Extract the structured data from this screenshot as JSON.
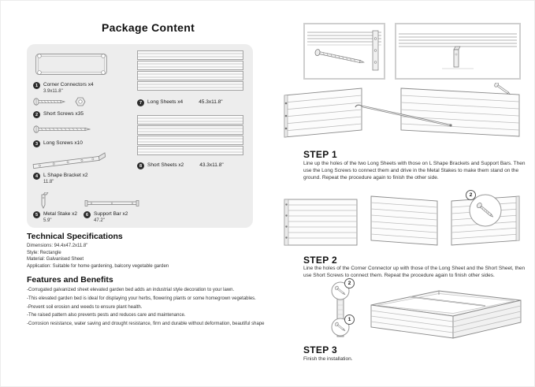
{
  "page": {
    "title": "Package Content"
  },
  "package": {
    "items": [
      {
        "num": "1",
        "label": "Corner Connectors x4",
        "sub": "3.9x11.8\""
      },
      {
        "num": "2",
        "label": "Short Screws x35"
      },
      {
        "num": "3",
        "label": "Long Screws x10"
      },
      {
        "num": "4",
        "label": "L Shape Bracket x2",
        "sub": "11.8\""
      },
      {
        "num": "5",
        "label": "Metal Stake x2",
        "sub": "5.9\""
      },
      {
        "num": "6",
        "label": "Support Bar x2",
        "sub": "47.2\""
      },
      {
        "num": "7",
        "label": "Long Sheets x4",
        "dims": "45.3x11.8\""
      },
      {
        "num": "8",
        "label": "Short Sheets x2",
        "dims": "43.3x11.8\""
      }
    ]
  },
  "tech_specs": {
    "heading": "Technical Specifications",
    "lines": [
      "Dimensions: 94.4x47.2x11.8\"",
      "Style: Rectangle",
      "Material: Galvanised Sheet",
      "Application: Suitable for home gardening, balcony vegetable garden"
    ]
  },
  "features": {
    "heading": "Features and Benefits",
    "lines": [
      "-Corrugated galvanized sheet elevated garden bed adds an industrial style decoration to your lawn.",
      "-This elevated garden bed is ideal for displaying your herbs, flowering plants or some homegrown vegetables.",
      "-Prevent soil erosion and weeds to ensure plant health.",
      "-The raised pattern also prevents pests and reduces care and maintenance.",
      "-Corrosion resistance, water saving and drought resistance, firm and durable without deformation, beautiful shape"
    ]
  },
  "steps": [
    {
      "heading": "STEP 1",
      "text": "Line up the holes of the two Long Sheets with those on L Shape Brackets and Support Bars. Then use the Long Screws to connect them and drive in the Metal Stakes to make them stand on the ground. Repeat the procedure again to finish the other side."
    },
    {
      "heading": "STEP 2",
      "text": "Line the holes of the Corner Connector up with those of the Long Sheet and the Short Sheet, then use Short Screws to connect them. Repeat the procedure again to finish other sides."
    },
    {
      "heading": "STEP 3",
      "text": "Finish the installation."
    }
  ],
  "callouts": {
    "step2": "2",
    "step3_top": "2",
    "step3_bottom": "1"
  }
}
